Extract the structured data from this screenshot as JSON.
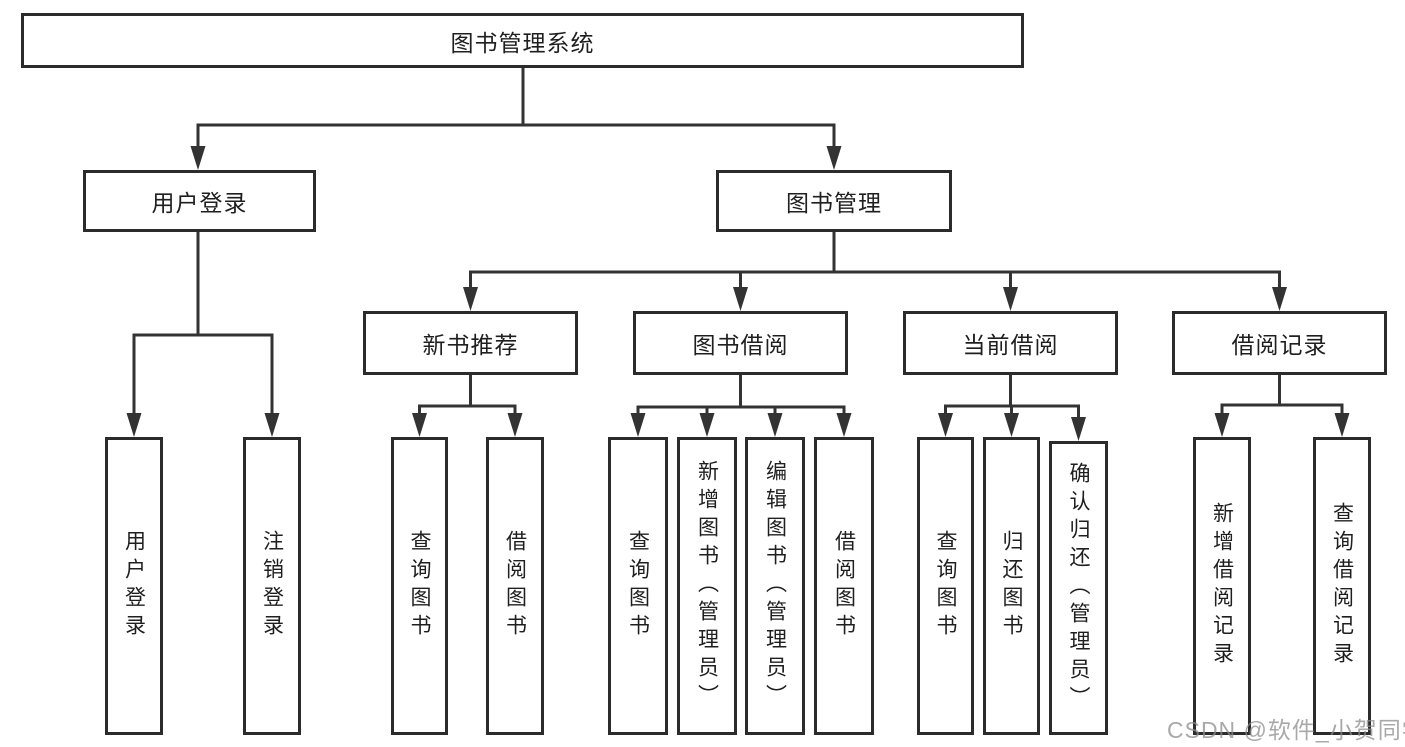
{
  "diagram": {
    "nodes": {
      "root": "图书管理系统",
      "user_login": "用户登录",
      "book_management": "图书管理",
      "new_book_recommend": "新书推荐",
      "book_borrow": "图书借阅",
      "current_borrow": "当前借阅",
      "borrow_records": "借阅记录",
      "login": "用户登录",
      "logout": "注销登录",
      "recommend_query": "查询图书",
      "recommend_borrow": "借阅图书",
      "borrow_query": "查询图书",
      "borrow_add": "新增图书（管理员）",
      "borrow_edit": "编辑图书（管理员）",
      "borrow_borrow": "借阅图书",
      "current_query": "查询图书",
      "current_return": "归还图书",
      "current_confirm": "确认归还（管理员）",
      "records_add": "新增借阅记录",
      "records_query": "查询借阅记录"
    },
    "colors": {
      "line": "#333333",
      "box_border": "#2b2b2b",
      "text": "#1f1f1f",
      "background": "#ffffff",
      "watermark": "#8c8c8c"
    }
  },
  "watermark": {
    "text": "CSDN @软件_小贺同学"
  }
}
